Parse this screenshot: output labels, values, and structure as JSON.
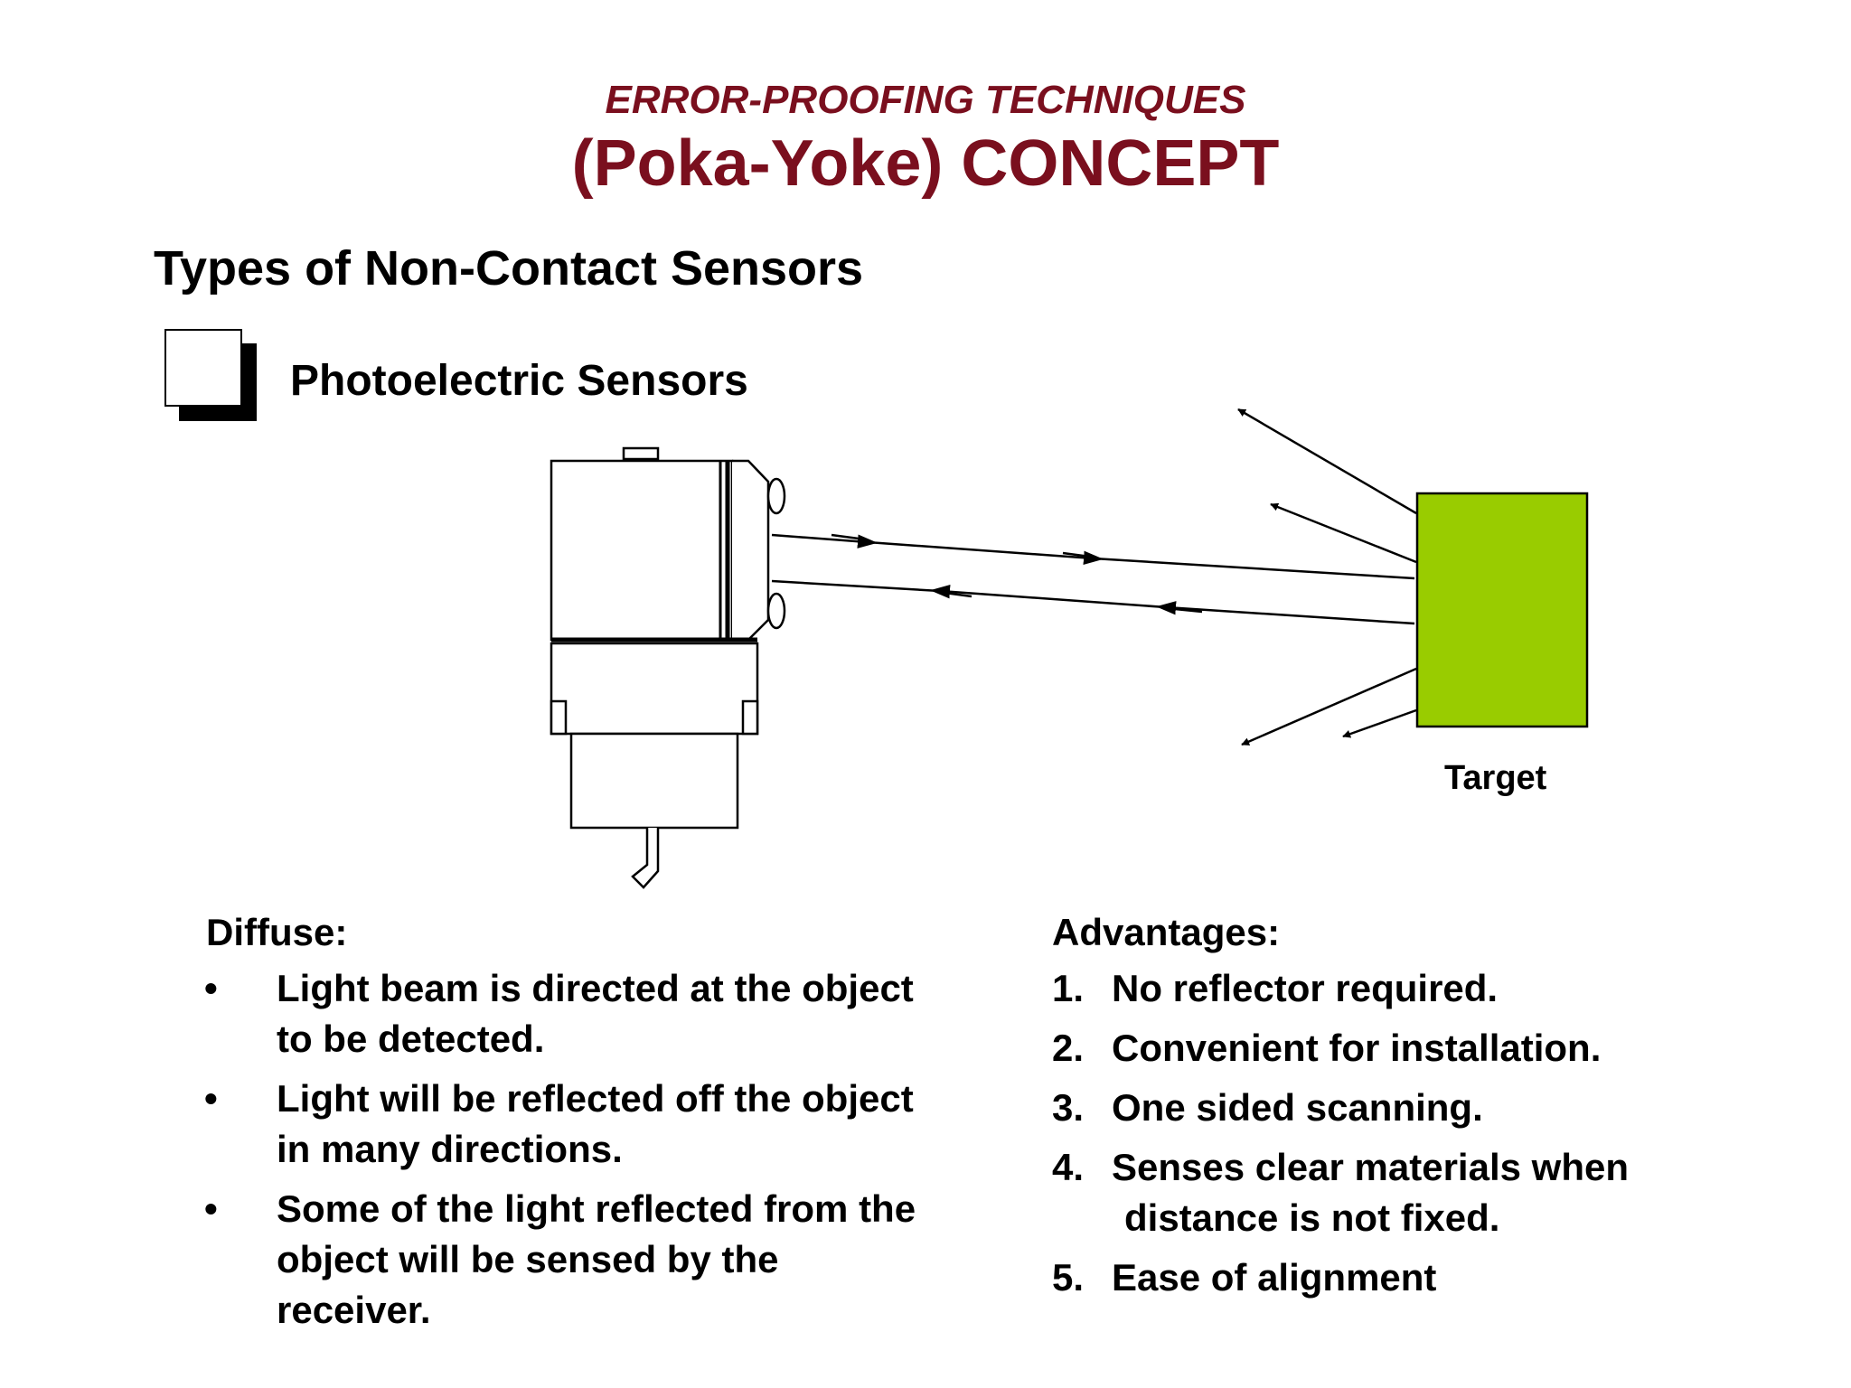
{
  "header": {
    "subtitle": "ERROR-PROOFING TECHNIQUES",
    "title": "(Poka-Yoke) CONCEPT"
  },
  "section_title": "Types of Non-Contact Sensors",
  "subsection_title": "Photoelectric Sensors",
  "diagram": {
    "target_label": "Target",
    "target_color": "#99cc00"
  },
  "diffuse": {
    "heading": "Diffuse:",
    "bullet_symbol": "•",
    "items": [
      "Light beam is directed at the object to be detected.",
      "Light will be reflected off the object in many directions.",
      "Some of the light reflected from the object will be sensed by the receiver."
    ]
  },
  "advantages": {
    "heading": "Advantages:",
    "items": [
      {
        "num": "1.",
        "text": "No reflector required."
      },
      {
        "num": "2.",
        "text": "Convenient for installation."
      },
      {
        "num": "3.",
        "text": "One sided scanning."
      },
      {
        "num": "4.",
        "text": "Senses clear materials when",
        "cont": "distance is not fixed."
      },
      {
        "num": "5.",
        "text": "Ease of alignment"
      }
    ]
  },
  "colors": {
    "title": "#7a0f1e",
    "text": "#000000"
  }
}
